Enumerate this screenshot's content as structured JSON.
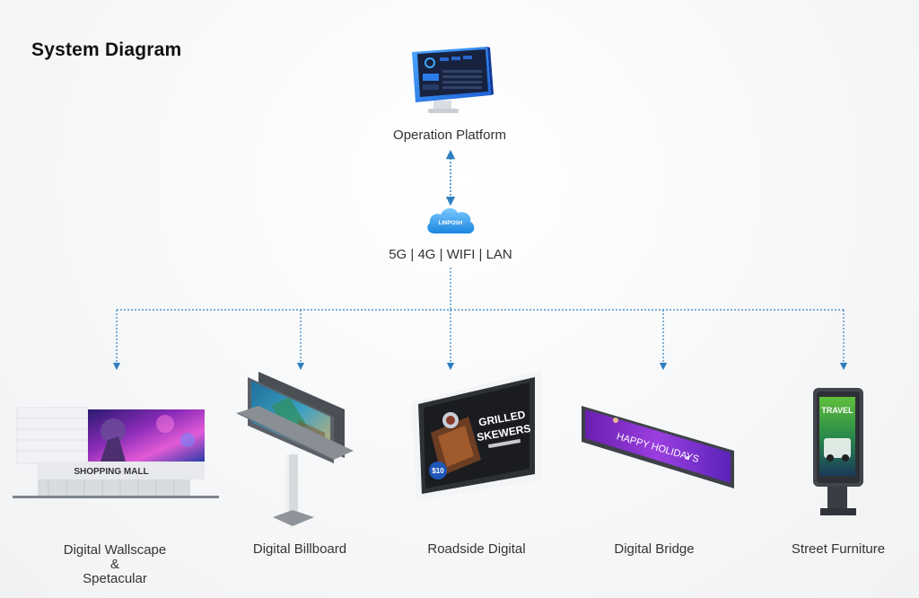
{
  "title": "System Diagram",
  "platform": {
    "label": "Operation Platform"
  },
  "network": {
    "label": "5G | 4G | WIFI | LAN",
    "cloud_text": "LINPOSH"
  },
  "devices": [
    {
      "label_line1": "Digital Wallscape",
      "label_line2": "&",
      "label_line3": "Spetacular",
      "sign_text": "SHOPPING MALL"
    },
    {
      "label": "Digital Billboard"
    },
    {
      "label": "Roadside Digital",
      "screen_text_line1": "GRILLED",
      "screen_text_line2": "SKEWERS",
      "price": "$10"
    },
    {
      "label": "Digital Bridge",
      "screen_text": "HAPPY HOLIDAYS"
    },
    {
      "label": "Street Furniture",
      "screen_text": "TRAVEL"
    }
  ],
  "colors": {
    "connector": "#2f7fc1",
    "text": "#333333",
    "title": "#111111",
    "cloud": "#2a9be8"
  }
}
